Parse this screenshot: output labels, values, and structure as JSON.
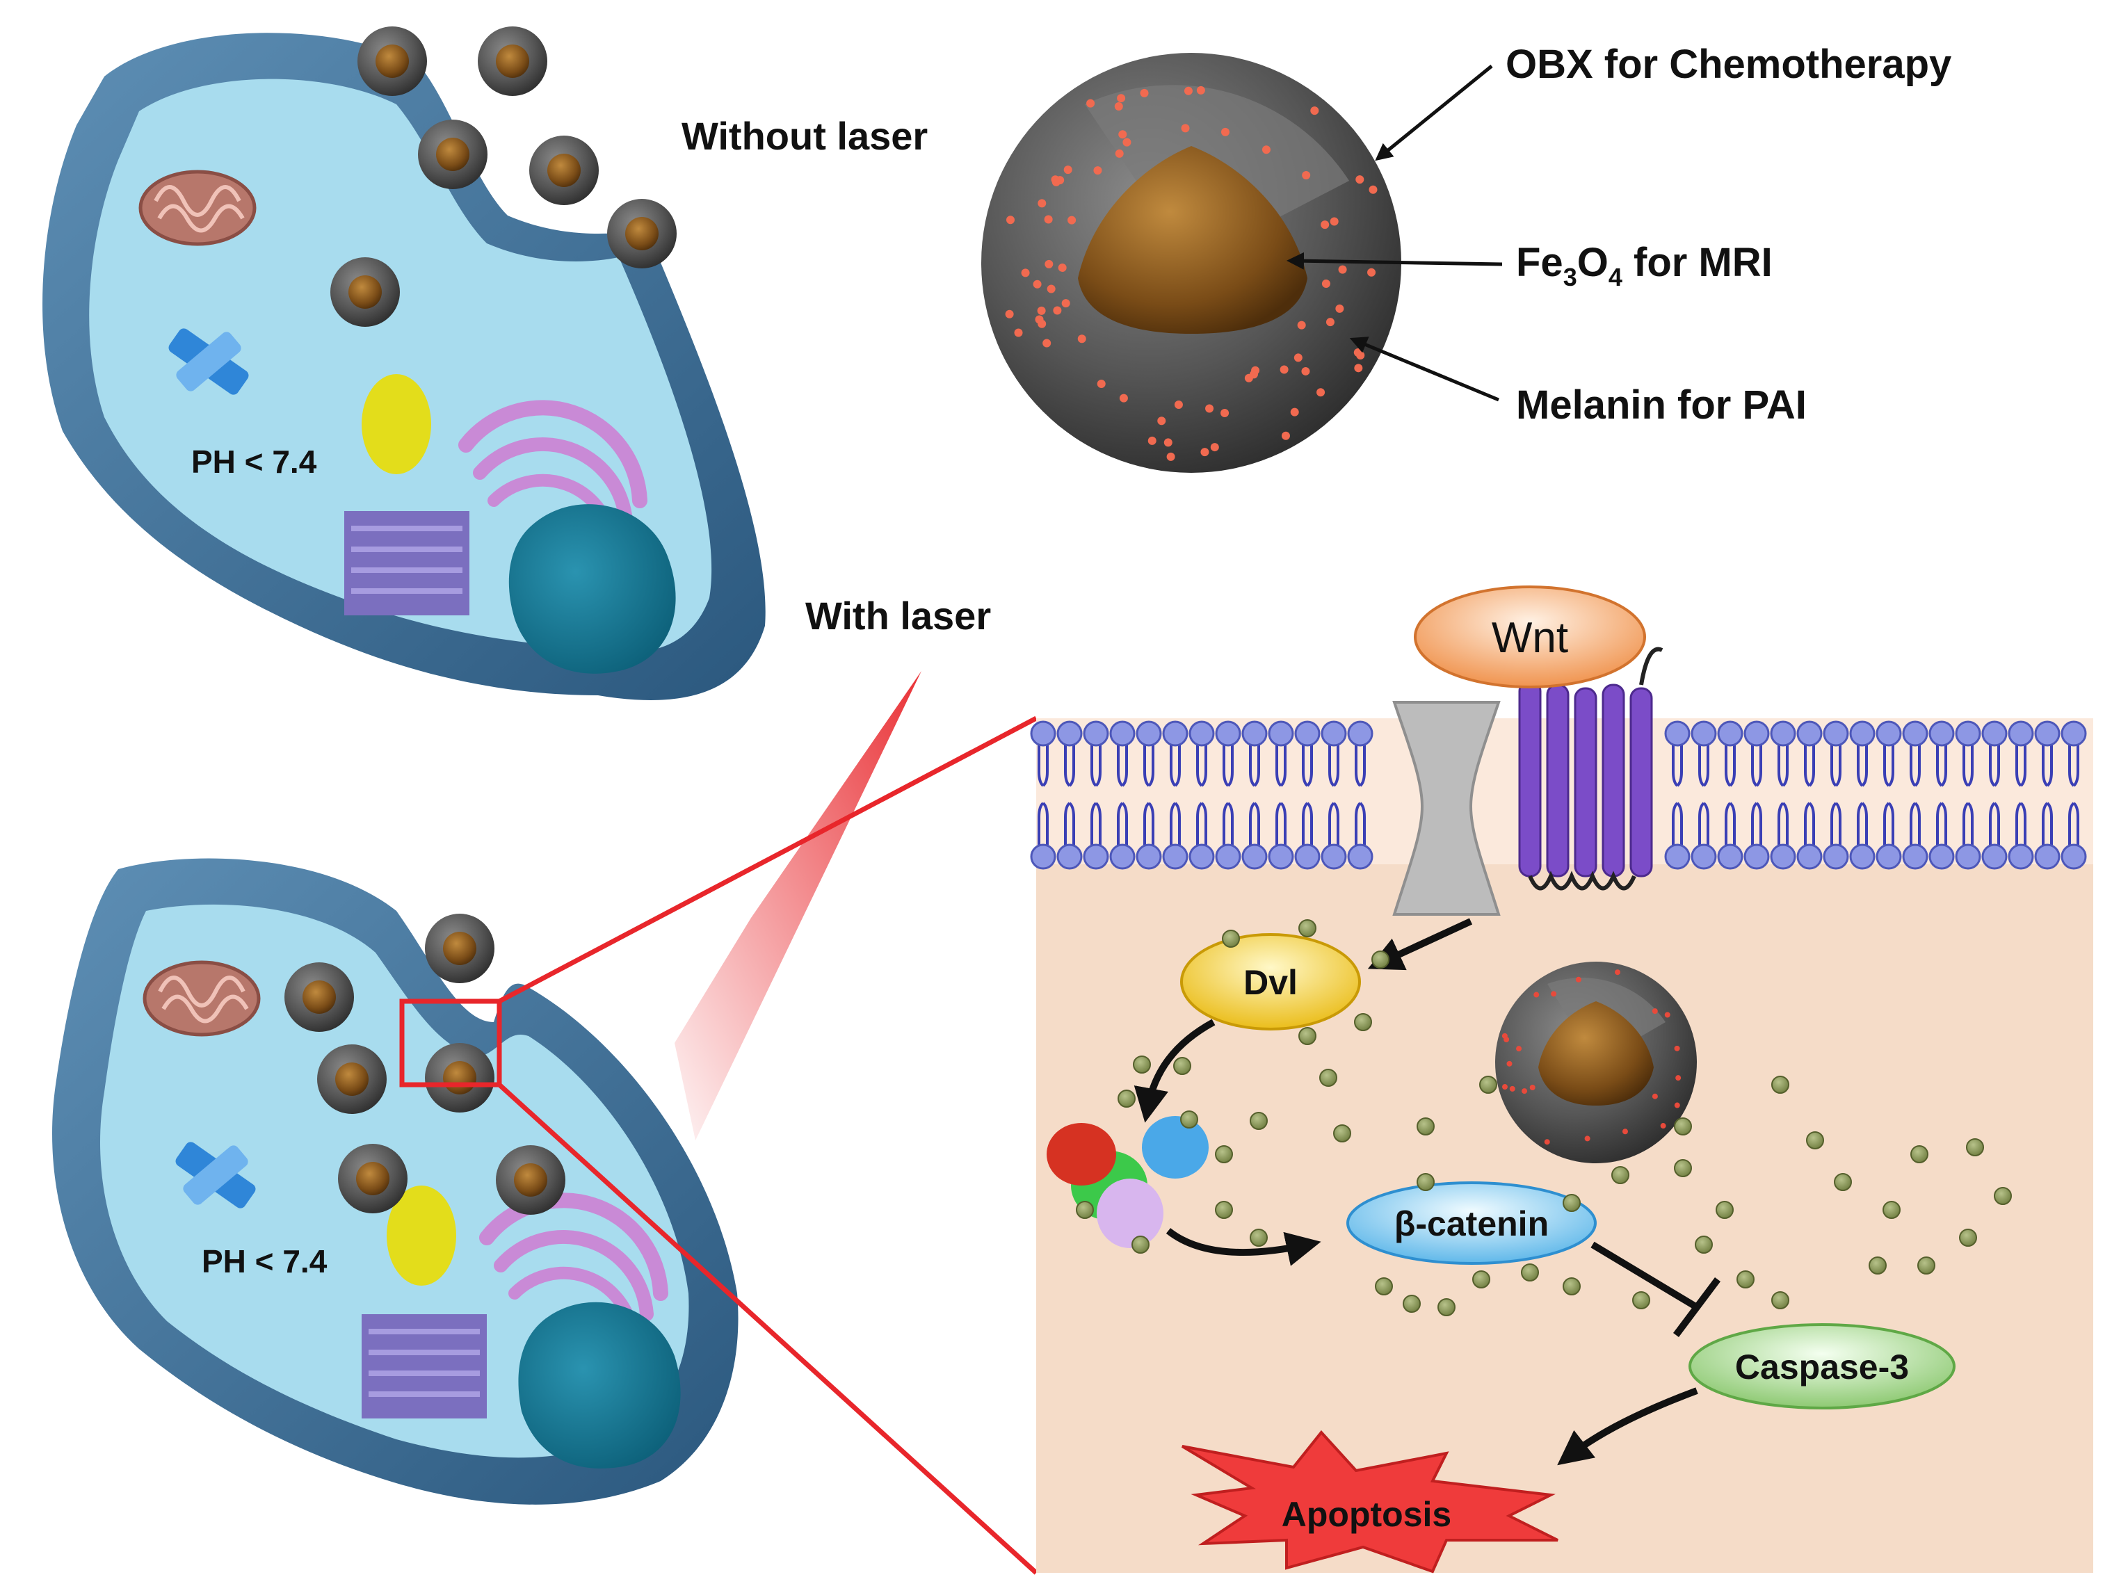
{
  "labels": {
    "without_laser": "Without laser",
    "with_laser": "With laser",
    "ph_top": "PH < 7.4",
    "ph_bottom": "PH < 7.4"
  },
  "nanoparticle": {
    "obx": "OBX for Chemotherapy",
    "fe3o4_pre": "Fe",
    "fe3o4_sub1": "3",
    "fe3o4_mid": "O",
    "fe3o4_sub2": "4",
    "fe3o4_post": "for MRI",
    "melanin": "Melanin for PAI"
  },
  "pathway": {
    "wnt": "Wnt",
    "dvl": "Dvl",
    "beta_catenin": "β-catenin",
    "caspase3": "Caspase-3",
    "apoptosis": "Apoptosis"
  },
  "colors": {
    "cell_wall": "#3f6e93",
    "cytoplasm": "#a8dcee",
    "shell": "#5b5b5b",
    "core": "#8a5a20",
    "membrane_head": "#7b86d6",
    "pathway_bg": "#f5dcc8",
    "laser": "#e8262b",
    "wnt": "#f3a66d",
    "dvl": "#f2cd2e",
    "beta_catenin": "#7dc6ee",
    "caspase": "#a7d48d",
    "apoptosis": "#ef3b3b"
  }
}
